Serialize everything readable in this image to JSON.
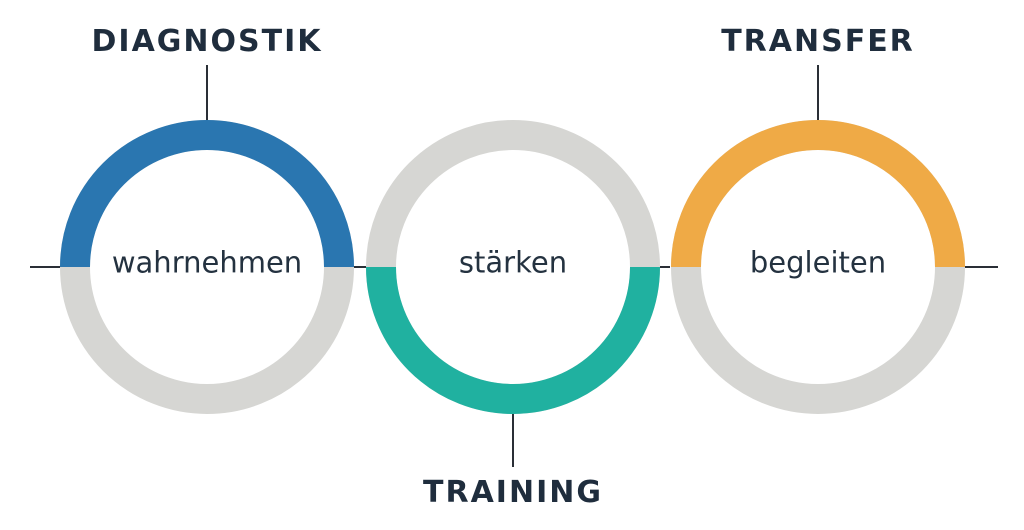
{
  "stages": [
    {
      "label": "DIAGNOSTIK",
      "word": "wahrnehmen",
      "color": "#2a76b0",
      "half": "top"
    },
    {
      "label": "TRAINING",
      "word": "stärken",
      "color": "#20b1a0",
      "half": "bottom"
    },
    {
      "label": "TRANSFER",
      "word": "begleiten",
      "color": "#efaa46",
      "half": "top"
    }
  ],
  "colors": {
    "ring_base": "#d6d6d3",
    "line": "#2a2f36",
    "text": "#1f2d3d"
  }
}
